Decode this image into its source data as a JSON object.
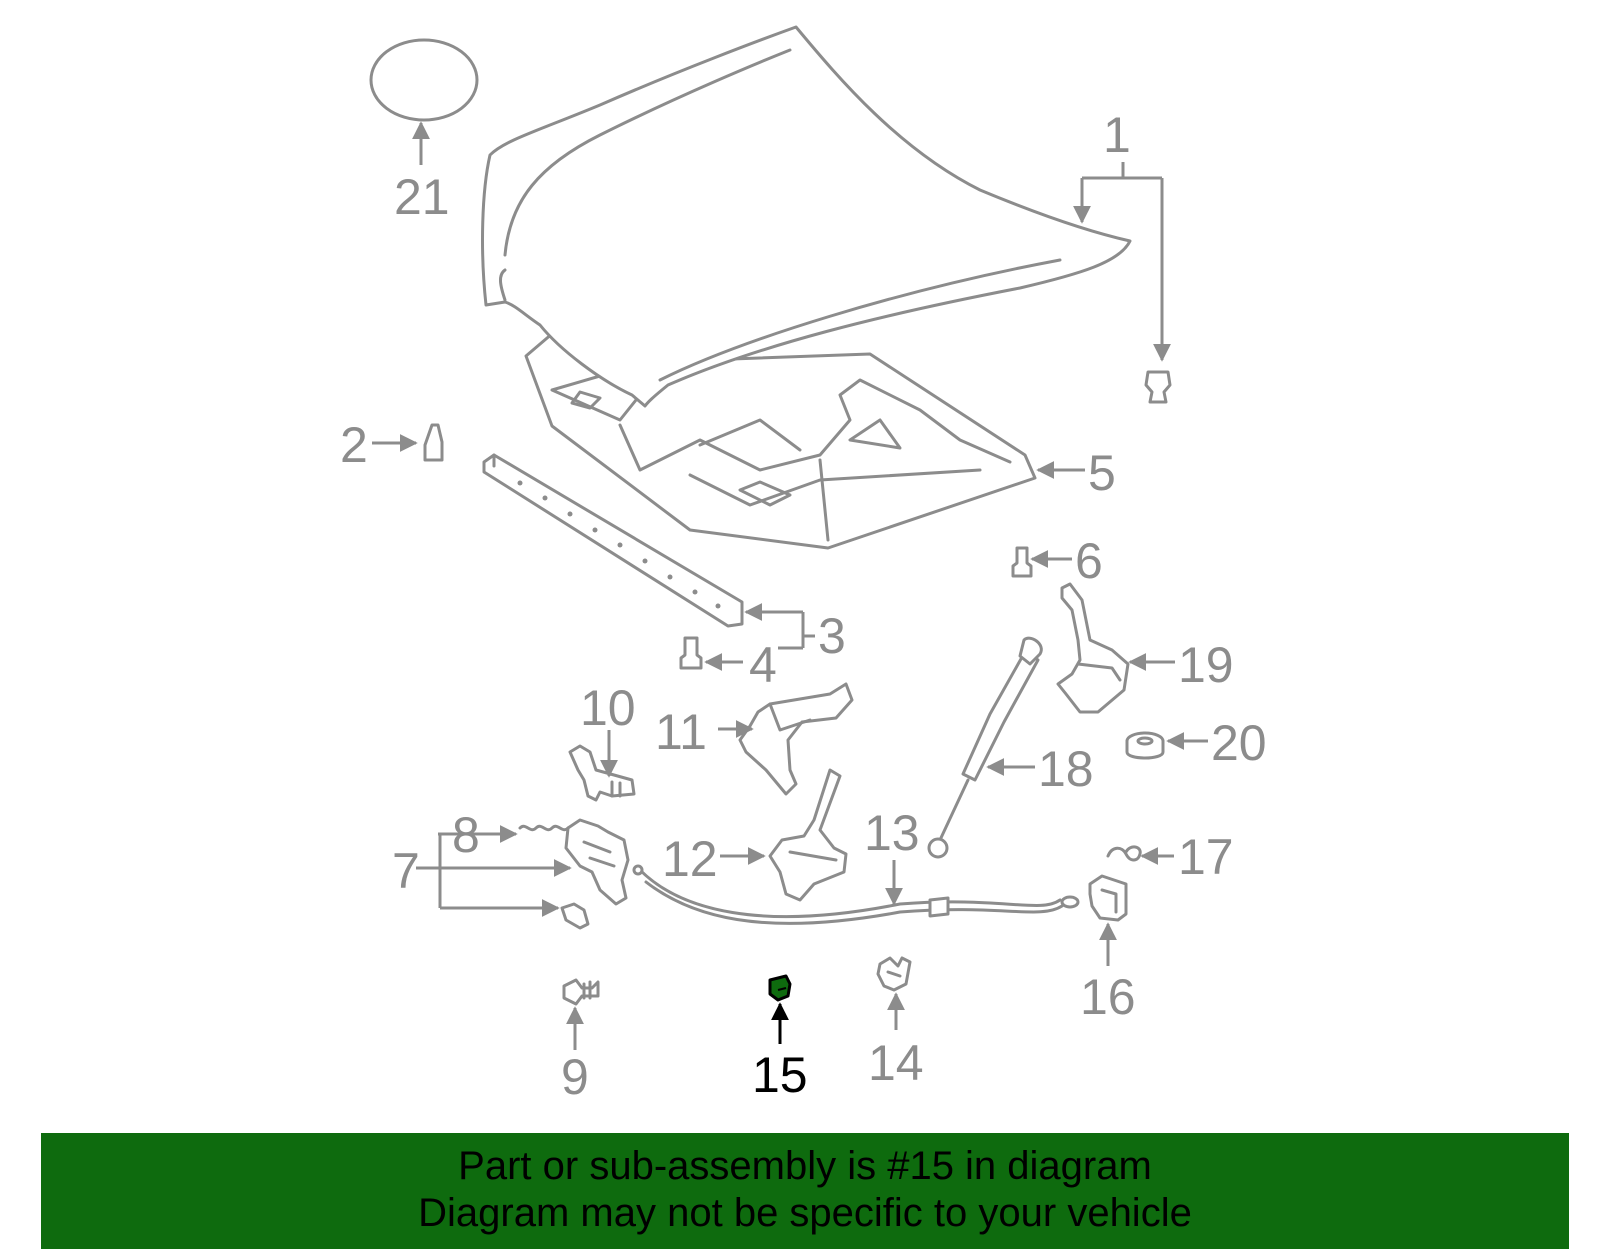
{
  "diagram": {
    "highlighted_callout": "15",
    "callouts": [
      "1",
      "2",
      "3",
      "4",
      "5",
      "6",
      "7",
      "8",
      "9",
      "10",
      "11",
      "12",
      "13",
      "14",
      "15",
      "16",
      "17",
      "18",
      "19",
      "20",
      "21"
    ],
    "colors": {
      "parts": "#8c8c8c",
      "highlight": "#000000",
      "highlight_fill": "#0e6b0e",
      "banner": "#0e6b0e"
    }
  },
  "banner": {
    "line1": "Part or sub-assembly is #15 in diagram",
    "line2": "Diagram may not be specific to your vehicle"
  }
}
